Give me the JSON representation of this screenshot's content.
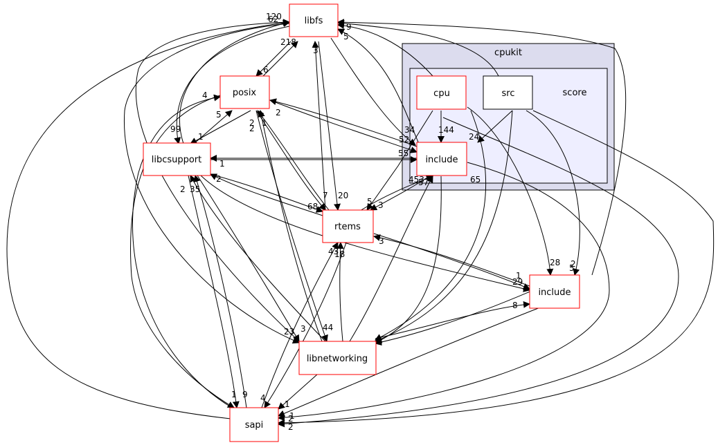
{
  "colors": {
    "node_border": "#ff0000",
    "node_fill": "#ffffff",
    "cluster_outer_fill": "#dcdcee",
    "cluster_inner_fill": "#eeeeff",
    "edge": "#000000"
  },
  "clusters": {
    "cpukit": "cpukit",
    "score": "score"
  },
  "nodes": {
    "libfs": "libfs",
    "posix": "posix",
    "libcsupport": "libcsupport",
    "rtems": "rtems",
    "include_inner": "include",
    "cpu": "cpu",
    "src": "src",
    "include_outer": "include",
    "libnetworking": "libnetworking",
    "sapi": "sapi"
  },
  "edge_labels": [
    "120",
    "62",
    "218",
    "6",
    "3",
    "9",
    "5",
    "4",
    "5",
    "2",
    "1",
    "2",
    "2",
    "99",
    "1",
    "34",
    "52",
    "55",
    "144",
    "24",
    "1",
    "2",
    "68",
    "7",
    "20",
    "5",
    "3",
    "453",
    "57",
    "65",
    "3",
    "1",
    "29",
    "28",
    "2",
    "5",
    "8",
    "43",
    "18",
    "3",
    "44",
    "23",
    "2",
    "35",
    "1",
    "9",
    "4",
    "1",
    "2",
    "1",
    "2"
  ]
}
